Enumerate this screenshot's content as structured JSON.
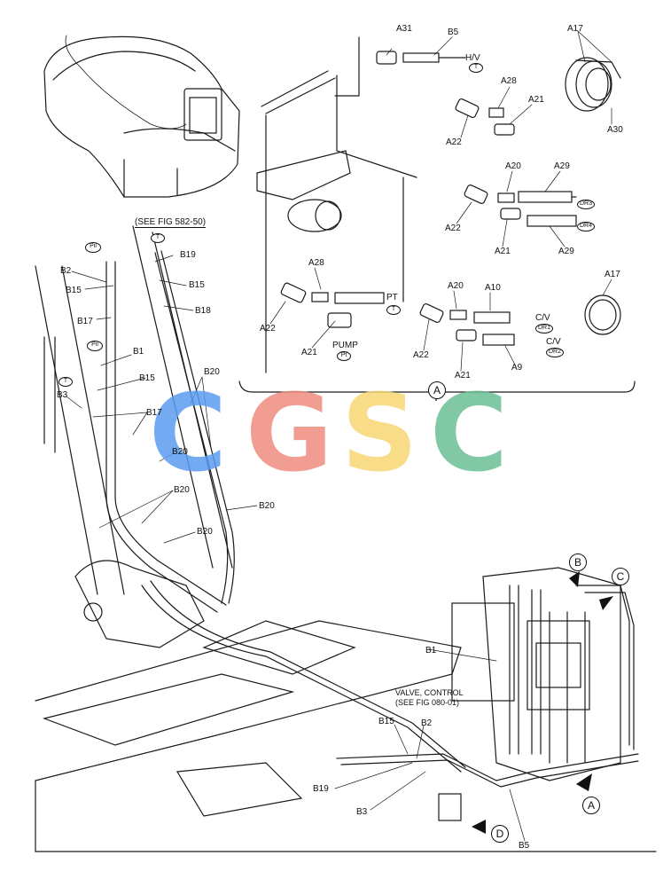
{
  "see_fig_top": "(SEE FIG 582-50)",
  "valve_note": [
    "VALVE, CONTROL",
    "(SEE FIG 080-01)"
  ],
  "labels": {
    "A31": "A31",
    "B5": "B5",
    "A17": "A17",
    "A30": "A30",
    "A28": "A28",
    "A21": "A21",
    "A22": "A22",
    "A20": "A20",
    "A29": "A29",
    "A10": "A10",
    "A9": "A9",
    "HV": "H/V",
    "PT": "PT",
    "PUMP": "PUMP",
    "CV": "C/V",
    "B1": "B1",
    "B2": "B2",
    "B3": "B3",
    "B15": "B15",
    "B17": "B17",
    "B18": "B18",
    "B19": "B19",
    "B20": "B20"
  },
  "ovals": {
    "T": "T",
    "Pt": "Pt",
    "Pil": "Pil",
    "DR1": "DR1",
    "DR2": "DR2",
    "DR3": "DR3",
    "DR4": "DR4"
  },
  "callouts": {
    "A": "A",
    "B": "B",
    "C": "C",
    "D": "D"
  },
  "watermark": {
    "letters": [
      "C",
      "G",
      "S",
      "C"
    ],
    "colors": [
      "#5b9cf0",
      "#f08c80",
      "#f7d774",
      "#6cbf96"
    ]
  },
  "colors": {
    "line": "#1a1a1a",
    "background": "#ffffff"
  }
}
